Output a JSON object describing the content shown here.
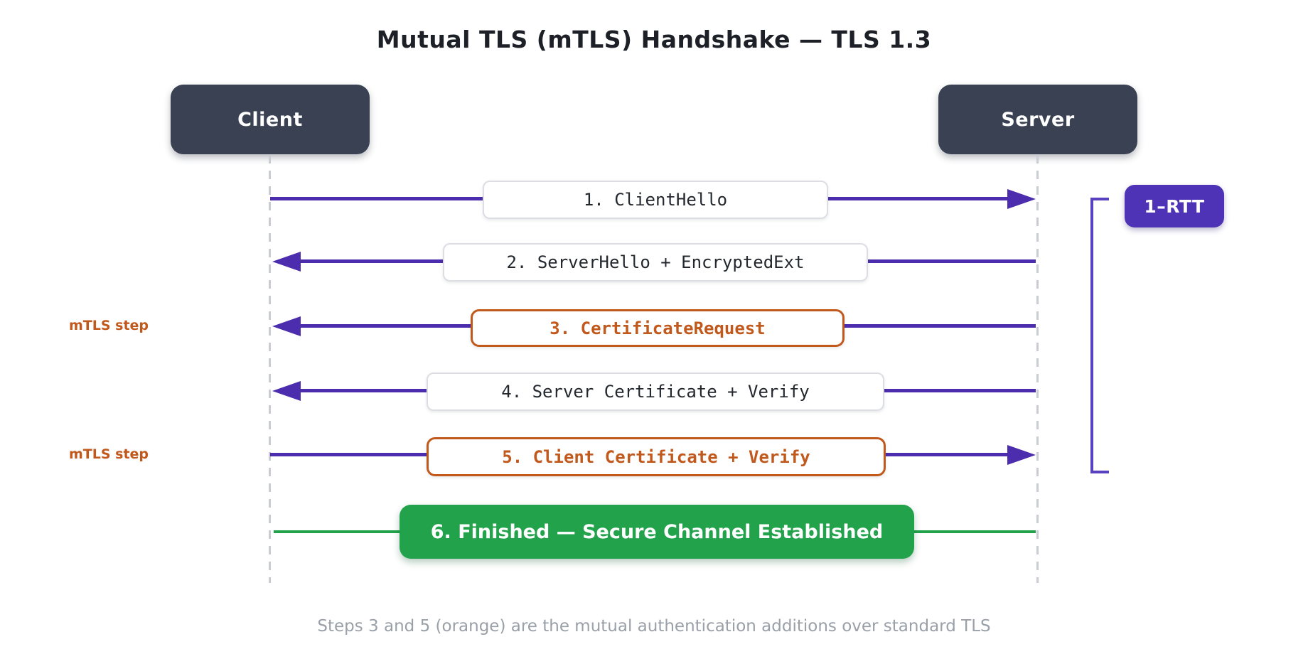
{
  "title": "Mutual TLS (mTLS) Handshake — TLS 1.3",
  "actors": {
    "client": "Client",
    "server": "Server"
  },
  "messages": [
    {
      "step": 1,
      "label": "1. ClientHello",
      "from": "client",
      "to": "server",
      "variant": "standard"
    },
    {
      "step": 2,
      "label": "2. ServerHello + EncryptedExt",
      "from": "server",
      "to": "client",
      "variant": "standard"
    },
    {
      "step": 3,
      "label": "3. CertificateRequest",
      "from": "server",
      "to": "client",
      "variant": "mtls"
    },
    {
      "step": 4,
      "label": "4. Server Certificate + Verify",
      "from": "server",
      "to": "client",
      "variant": "standard"
    },
    {
      "step": 5,
      "label": "5. Client Certificate + Verify",
      "from": "client",
      "to": "server",
      "variant": "mtls"
    },
    {
      "step": 6,
      "label": "6. Finished — Secure Channel Established",
      "from": "both",
      "to": "both",
      "variant": "finished"
    }
  ],
  "side_labels": [
    {
      "label": "mTLS step",
      "row": 3
    },
    {
      "label": "mTLS step",
      "row": 5
    }
  ],
  "rtt_badge": {
    "label": "1–RTT",
    "spans_steps": "1-5"
  },
  "footer": "Steps 3 and 5 (orange) are the mutual authentication additions over standard TLS",
  "colors": {
    "purple": "#4b2dae",
    "badge-purple": "#4e33b6",
    "bracket-purple": "#5940bf",
    "orange": "#c2591c",
    "green": "#22a24b",
    "dark": "#3a4153",
    "lifeline": "#c9ccd3",
    "box-border": "#dcdee4",
    "footer-gray": "#9aa0a8",
    "title-dark": "#1d2127"
  }
}
